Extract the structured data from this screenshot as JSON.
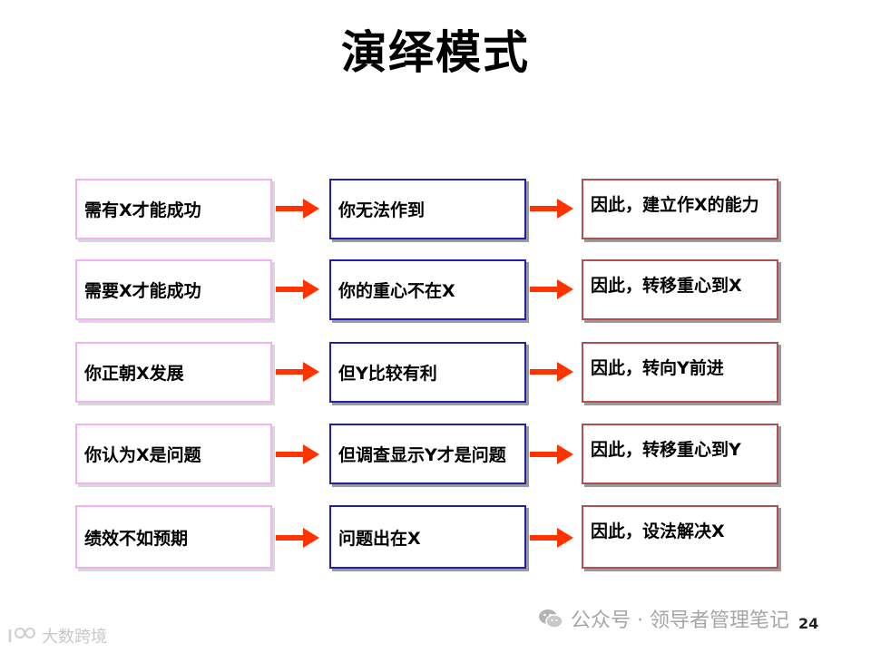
{
  "title": "演绎模式",
  "rows": [
    {
      "premise": "需有X才能成功",
      "observation": "你无法作到",
      "conclusion": "因此，建立作X的能力"
    },
    {
      "premise": "需要X才能成功",
      "observation": "你的重心不在X",
      "conclusion": "因此，转移重心到X"
    },
    {
      "premise": "你正朝X发展",
      "observation": "但Y比较有利",
      "conclusion": "因此，转向Y前进"
    },
    {
      "premise": "你认为X是问题",
      "observation": "但调查显示Y才是问题",
      "conclusion": "因此，转移重心到Y"
    },
    {
      "premise": "绩效不如预期",
      "observation": "问题出在X",
      "conclusion": "因此，设法解决X"
    }
  ],
  "colors": {
    "premise_border": "#f2b2f2",
    "observation_border": "#1f1fb4",
    "conclusion_border": "#b05050",
    "arrow": "#ff3300"
  },
  "page_number": "24",
  "watermark_left": "大数跨境",
  "watermark_right": "公众号 · 领导者管理笔记",
  "icons": {
    "watermark_left": "brand-logo-icon",
    "watermark_right": "wechat-icon"
  }
}
